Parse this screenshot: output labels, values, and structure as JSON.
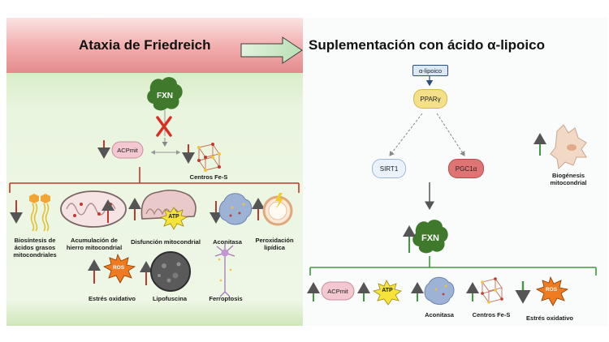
{
  "left_panel": {
    "title": "Ataxia de Friedreich",
    "fxn": "FXN",
    "acpmit": "ACPmit",
    "fes": "Centros Fe-S",
    "items": {
      "biosintesis": "Biosíntesis de ácidos grasos mitocondriales",
      "acumulacion": "Acumulación de hierro mitocondrial",
      "disfuncion": "Disfunción mitocondrial",
      "aconitasa": "Aconitasa",
      "peroxidacion": "Peroxidación lipídica",
      "estres": "Estrés oxidativo",
      "lipofuscina": "Lipofuscina",
      "ferroptosis": "Ferroptosis"
    },
    "atp": "ATP",
    "ros": "ROS"
  },
  "right_panel": {
    "title": "Suplementación con ácido α-lipoico",
    "lipoico": "α-lipoico",
    "ppar": "PPARγ",
    "sirt1": "SIRT1",
    "pgc1a": "PGC1α",
    "fxn": "FXN",
    "biogenesis": "Biogénesis mitocondrial",
    "acpmit": "ACPmit",
    "atp": "ATP",
    "aconitasa": "Aconitasa",
    "fes": "Centros Fe-S",
    "ros": "ROS",
    "estres": "Estrés oxidativo"
  },
  "colors": {
    "red_arrow": "#c0392b",
    "green_arrow": "#3e9a3e",
    "left_bg": "#e7f3dc",
    "header_bg": "#f2aaaa",
    "fxn_green": "#3f7a2c"
  }
}
